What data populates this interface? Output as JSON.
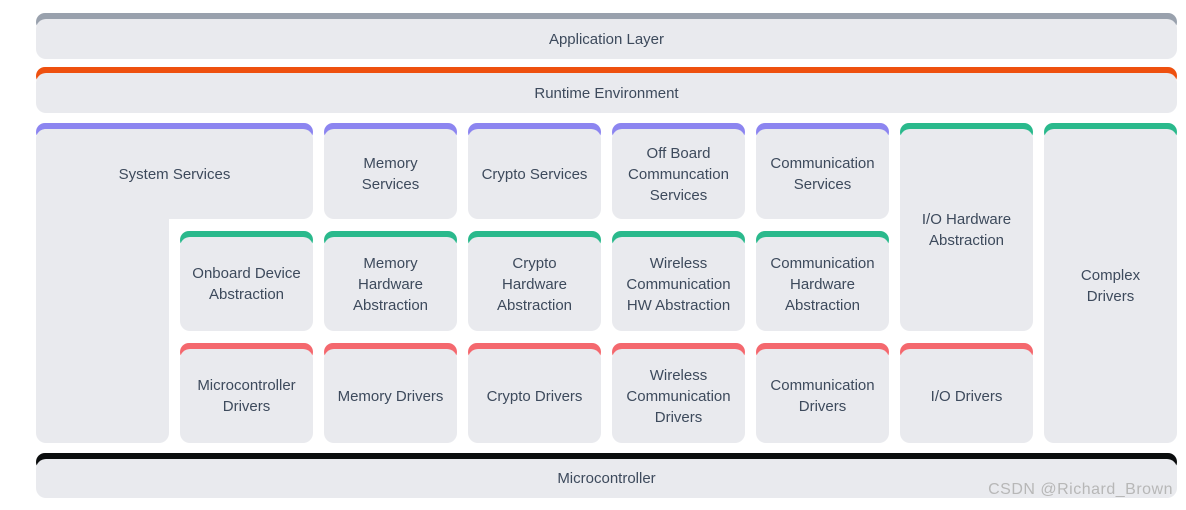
{
  "bars": {
    "application": "Application Layer",
    "runtime": "Runtime Environment",
    "microcontroller": "Microcontroller"
  },
  "blocks": {
    "system_services": "System Services",
    "memory_services": "Memory Services",
    "crypto_services": "Crypto Services",
    "offboard_communication_services": "Off Board Communcation Services",
    "communication_services": "Communication Services",
    "io_hardware_abstraction": "I/O Hardware Abstraction",
    "complex_drivers": "Complex Drivers",
    "onboard_device_abstraction": "Onboard Device Abstraction",
    "memory_hardware_abstraction": "Memory Hardware Abstraction",
    "crypto_hardware_abstraction": "Crypto Hardware Abstraction",
    "wireless_communication_hw_abstraction": "Wireless Communication HW Abstraction",
    "communication_hardware_abstraction": "Communication Hardware Abstraction",
    "microcontroller_drivers": "Microcontroller Drivers",
    "memory_drivers": "Memory Drivers",
    "crypto_drivers": "Crypto Drivers",
    "wireless_communication_drivers": "Wireless Communication Drivers",
    "communication_drivers": "Communication Drivers",
    "io_drivers": "I/O Drivers"
  },
  "watermark": "CSDN @Richard_Brown",
  "colors": {
    "cap_gray": "#99a1ad",
    "cap_orange": "#ee500f",
    "cap_purple": "#8c85f0",
    "cap_green": "#2ab98c",
    "cap_red": "#f4686e",
    "cap_black": "#0b0d0e",
    "body": "#e9eaee",
    "text": "#3d4a5c"
  }
}
